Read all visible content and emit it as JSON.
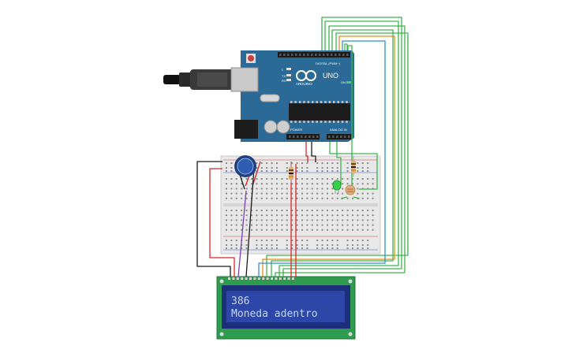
{
  "arduino": {
    "brand": "ARDUINO",
    "model": "UNO",
    "digital_header": "DIGITAL (PWM~)",
    "power_header": "POWER",
    "analog_header": "ANALOG IN",
    "tx_label": "TX",
    "rx_label": "RX",
    "on_label": "ON",
    "l_label": "L",
    "board_color": "#2b6a96"
  },
  "lcd": {
    "line1": "386",
    "line2": "Moneda adentro",
    "screen_color": "#2d47a8",
    "text_color": "#c8d4ff",
    "pcb_color": "#2e9b4e"
  },
  "wires": {
    "green": "#3cb54a",
    "orange": "#e88a1c",
    "blue": "#2f8fd8",
    "red": "#d92626",
    "black": "#1a1a1a",
    "purple": "#7b3fb8"
  }
}
